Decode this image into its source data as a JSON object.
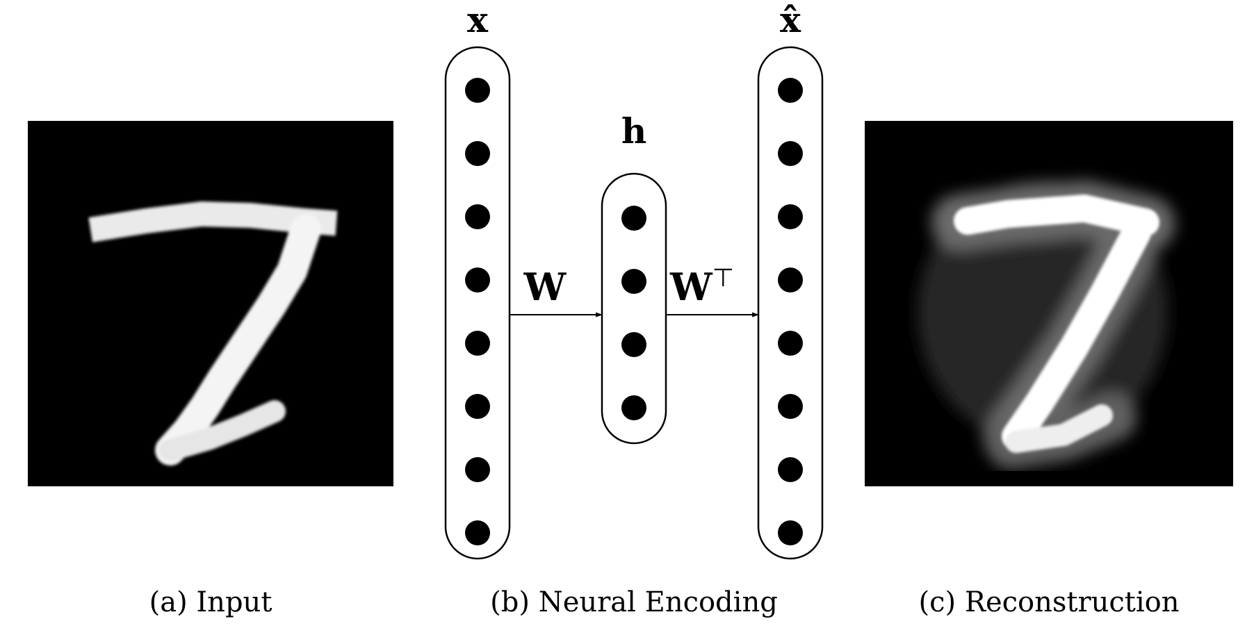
{
  "captions": {
    "input": "(a) Input",
    "encoding": "(b) Neural Encoding",
    "reconstruction": "(c) Reconstruction"
  },
  "layers": {
    "input": {
      "label": "x",
      "units": 8
    },
    "hidden": {
      "label": "h",
      "units": 4
    },
    "output": {
      "label": "x̂",
      "units": 8
    }
  },
  "weights": {
    "encoder": "W",
    "decoder": "W",
    "decoder_superscript": "⊤"
  },
  "colors": {
    "ink": "#000000",
    "background": "#ffffff",
    "panel_background": "#000000"
  }
}
